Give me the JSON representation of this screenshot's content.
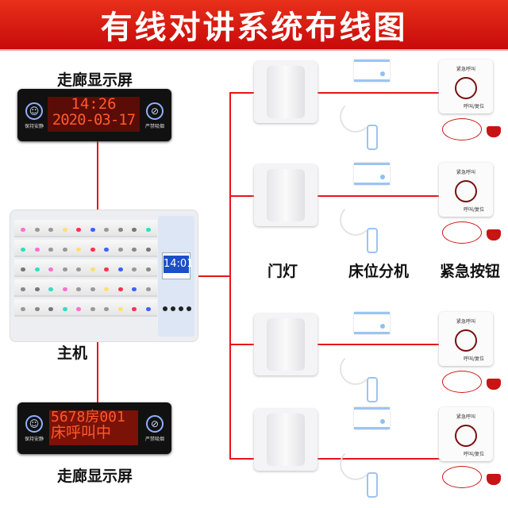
{
  "title": "有线对讲系统布线图",
  "corridor_display_top": {
    "label": "走廊显示屏",
    "line1": "14:26",
    "line2": "2020-03-17",
    "left_sign": "保持安静",
    "right_sign": "严禁吸烟"
  },
  "main_unit": {
    "label": "主机",
    "lcd_time": "14:01"
  },
  "corridor_display_bottom": {
    "label": "走廊显示屏",
    "line1": "5678房001",
    "line2": "床呼叫中",
    "left_sign": "保持安静",
    "right_sign": "严禁吸烟"
  },
  "column_labels": {
    "door_light": "门灯",
    "bed_unit": "床位分机",
    "emergency_button": "紧急按钮"
  },
  "emergency_button_text": {
    "top": "紧急呼叫",
    "bottom": "呼叫/复位"
  },
  "colors": {
    "accent": "#e8141a",
    "header": "#d41a10",
    "led": "#ff5a2a"
  },
  "led_dot_colors": [
    "#ff6fd0",
    "#888",
    "#ff3050",
    "#999",
    "#777",
    "#4060ff",
    "#999",
    "#30e0c0",
    "#999",
    "#ffe070"
  ]
}
